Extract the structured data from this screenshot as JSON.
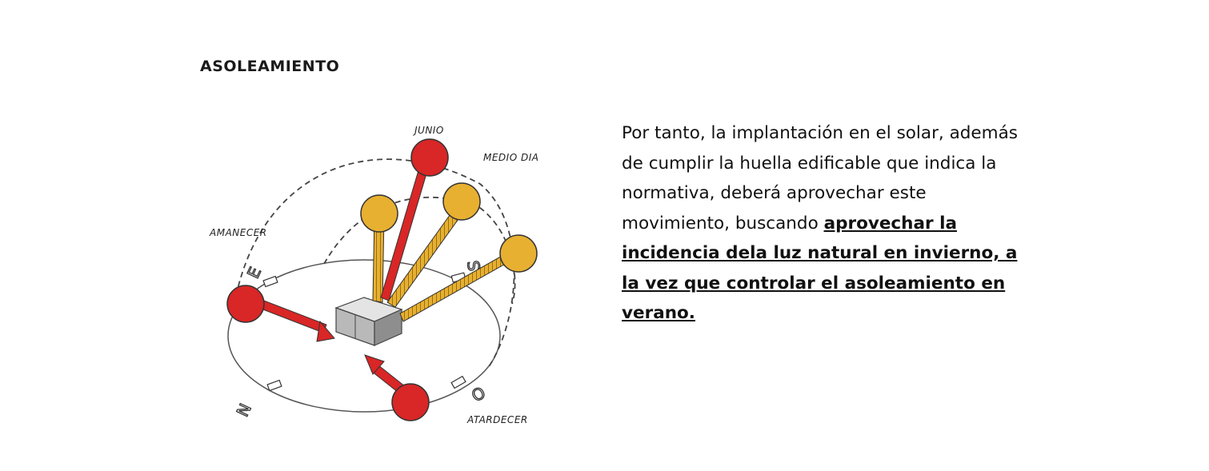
{
  "title": "ASOLEAMIENTO",
  "diagram": {
    "labels": {
      "junio": "JUNIO",
      "medio_dia": "MEDIO DIA",
      "amanecer": "AMANECER",
      "atardecer": "ATARDECER"
    },
    "cardinal_points": {
      "east": "E",
      "south": "S",
      "north": "N",
      "west": "O"
    },
    "colors": {
      "summer_sun": "#d92626",
      "winter_sun": "#e8b030",
      "building": "#b9b9b9"
    }
  },
  "paragraph": {
    "plain": "Por tanto, la implantación en el solar, además de cumplir la huella edificable que indica la normativa, deberá aprovechar este movimiento, buscando ",
    "emphasis": "aprovechar la incidencia dela luz natural en invierno, a la vez que controlar el asoleamiento en verano."
  }
}
